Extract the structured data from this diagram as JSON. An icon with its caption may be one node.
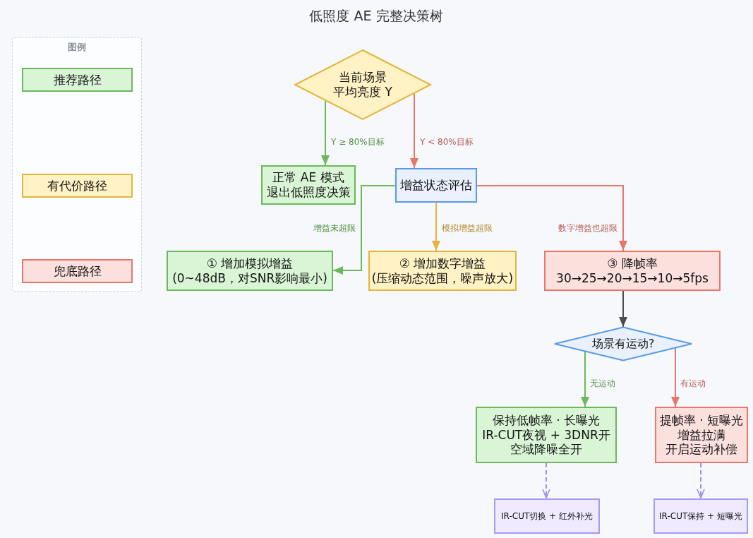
{
  "diagram": {
    "title": "低照度 AE 完整决策树",
    "nodes": [
      {
        "text": [
          "当前场景平均亮度 Y"
        ]
      },
      {
        "text": [
          "正常 AE 模式退出低照度决策"
        ]
      },
      {
        "text": [
          "增益状态评估"
        ]
      },
      {
        "text": [
          "① 增加模拟增益(0~48dB，对SNR影响最小)"
        ]
      },
      {
        "text": [
          "② 增加数字增益(压缩动态范围，噪声放大)"
        ]
      },
      {
        "text": [
          "③ 降帧率30→25→20→15→10→5fps"
        ]
      },
      {
        "text": [
          "场景有运动?"
        ]
      },
      {
        "text": [
          "保持低帧率 · 长曝光IR-CUT夜视 + 3DNR开空域降噪全开"
        ]
      },
      {
        "text": [
          "提帧率 · 短曝光增益拉满开启运动补偿"
        ]
      },
      {
        "text": [
          "IR-CUT切换 + 红外补光"
        ]
      },
      {
        "text": [
          "IR-CUT保持 + 短曝光"
        ]
      }
    ],
    "edges": [
      {
        "from": 0,
        "to": 1,
        "arrow": "to",
        "label": "Y ≥ 80%目标",
        "color": "#6cb85c"
      },
      {
        "from": 0,
        "to": 2,
        "arrow": "to",
        "label": "Y < 80%目标",
        "color": "#e8776b"
      },
      {
        "from": 2,
        "to": 3,
        "arrow": "to",
        "label": "增益未超限",
        "color": "#6cb85c"
      },
      {
        "from": 2,
        "to": 4,
        "arrow": "to",
        "label": "模拟增益超限",
        "color": "#e6b43c"
      },
      {
        "from": 2,
        "to": 5,
        "arrow": "to",
        "label": "数字增益也超限",
        "color": "#e8776b"
      },
      {
        "from": 5,
        "to": 6,
        "arrow": "to",
        "color": "#4d4d4d"
      },
      {
        "from": 6,
        "to": 7,
        "arrow": "to",
        "label": "无运动",
        "color": "#6cb85c"
      },
      {
        "from": 6,
        "to": 8,
        "arrow": "to",
        "label": "有运动",
        "color": "#e8776b"
      },
      {
        "from": 7,
        "to": 9,
        "arrow": "to",
        "style": "dashed",
        "color": "#9d8cf0"
      },
      {
        "from": 8,
        "to": 10,
        "arrow": "to",
        "style": "dashed",
        "color": "#9d8cf0"
      }
    ],
    "labels": [
      "图例"
    ],
    "legend": [
      {
        "text": "推荐路径",
        "color": "#daf5d6"
      },
      {
        "text": "有代价路径",
        "color": "#fff2c4"
      },
      {
        "text": "兜底路径",
        "color": "#fbe0de"
      }
    ]
  }
}
